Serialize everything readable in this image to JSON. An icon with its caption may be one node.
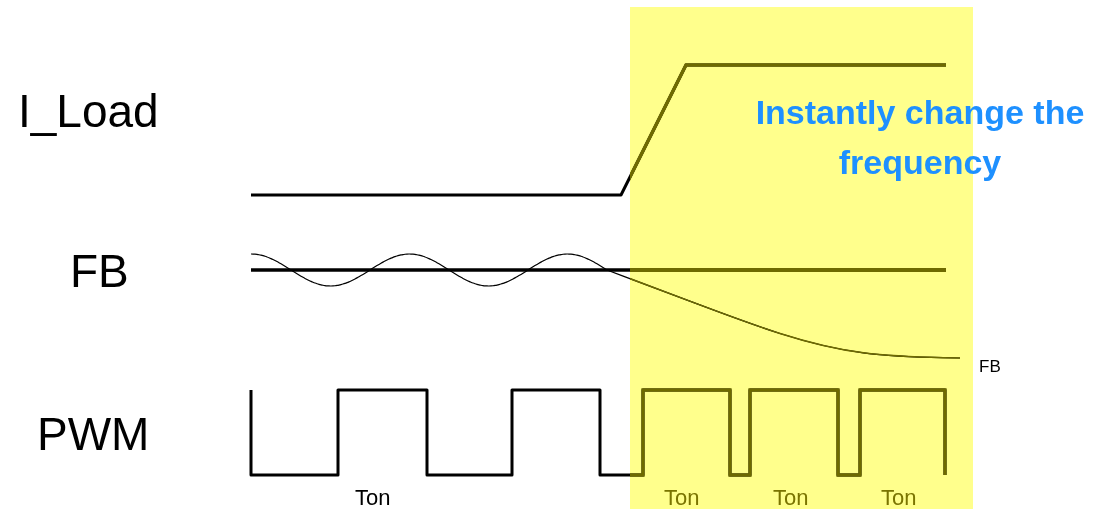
{
  "diagram": {
    "nodes": [
      {
        "text": [
          "Instantly change the frequency"
        ]
      }
    ],
    "labels": [
      "I_Load",
      "FB",
      "PWM",
      "FB",
      "Ton",
      "Ton",
      "Ton",
      "Ton"
    ]
  }
}
